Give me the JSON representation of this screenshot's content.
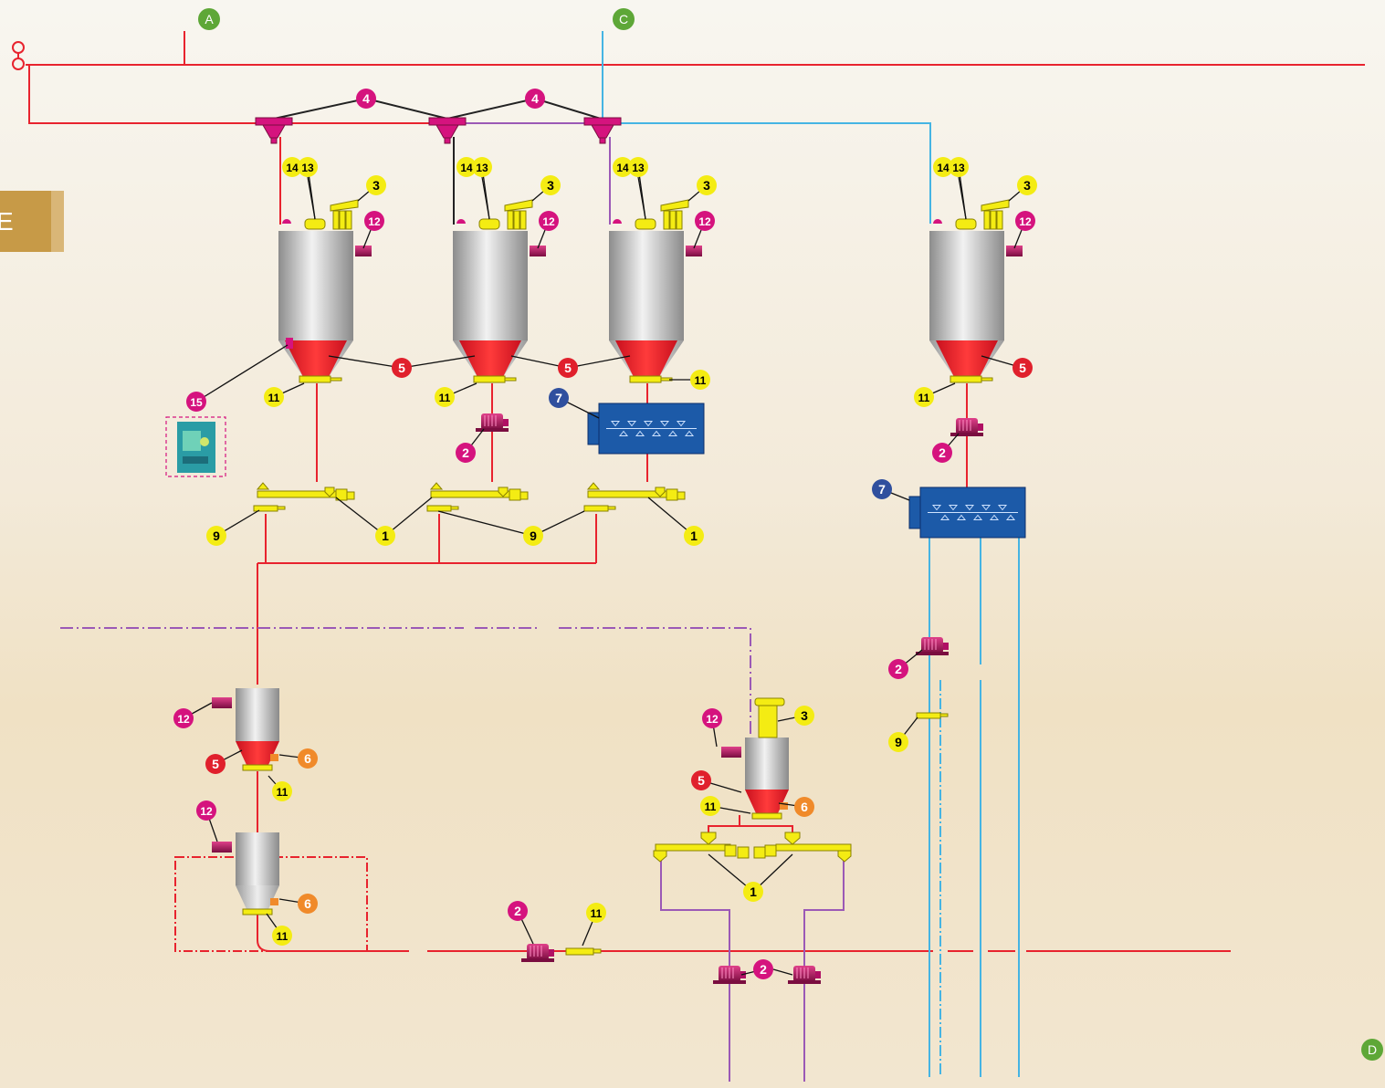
{
  "connectors": [
    "A",
    "C",
    "D"
  ],
  "side_tab": {
    "text": "E"
  },
  "colors": {
    "red_line": "#e8232e",
    "blue_line": "#45b4e3",
    "purple_line": "#9b59b6",
    "callout_yellow": "#f4ec13",
    "callout_magenta": "#d5137e",
    "callout_red": "#e0202c",
    "callout_orange": "#f08a2a",
    "callout_blue": "#2f4f9e",
    "callout_green": "#5ea737"
  },
  "labels": {
    "n1": "1",
    "n2": "2",
    "n3": "3",
    "n4": "4",
    "n5": "5",
    "n6": "6",
    "n7": "7",
    "n9": "9",
    "n11": "11",
    "n12": "12",
    "n13": "13",
    "n14": "14",
    "n15": "15"
  }
}
